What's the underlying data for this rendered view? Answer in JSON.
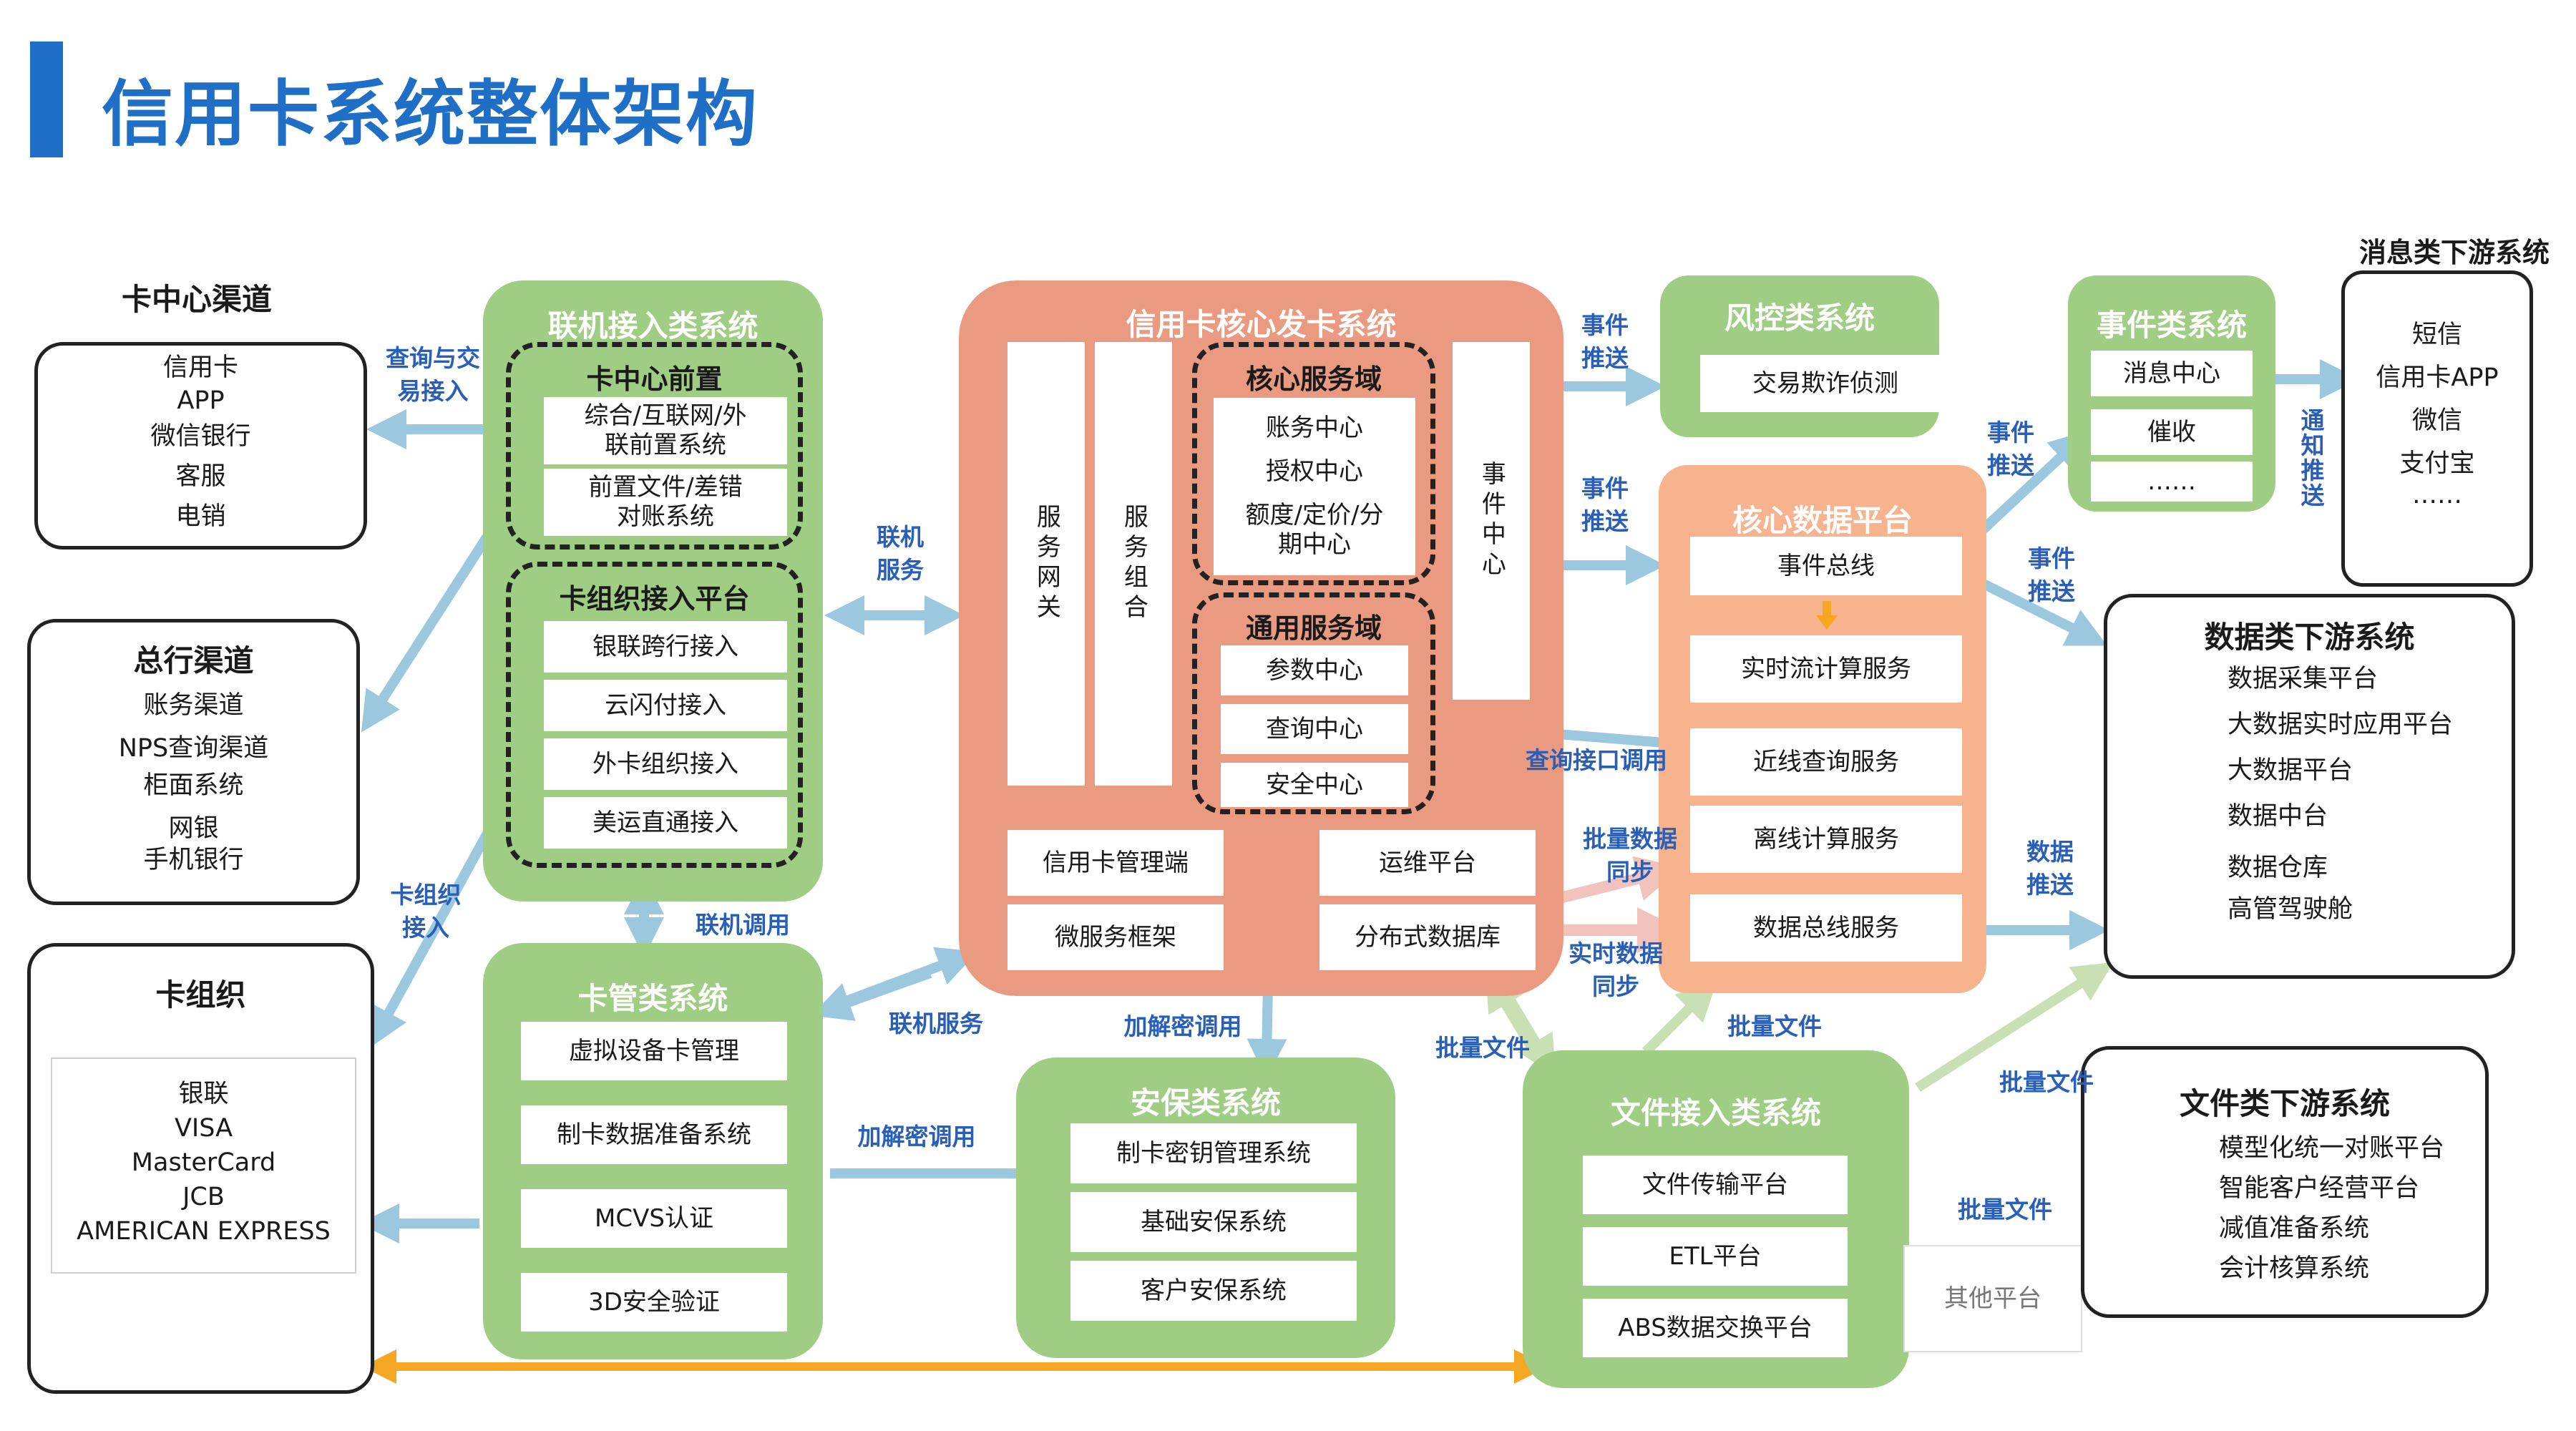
{
  "title": "信用卡系统整体架构",
  "card_center": {
    "heading": "卡中心渠道",
    "items": [
      "信用卡",
      "APP",
      "微信银行",
      "客服",
      "电销"
    ]
  },
  "head_office": {
    "heading": "总行渠道",
    "items": [
      "账务渠道",
      "NPS查询渠道",
      "柜面系统",
      "网银",
      "手机银行"
    ]
  },
  "card_org": {
    "heading": "卡组织",
    "items": [
      "银联",
      "VISA",
      "MasterCard",
      "JCB",
      "AMERICAN EXPRESS"
    ]
  },
  "online_access": {
    "title": "联机接入类系统",
    "front": {
      "title": "卡中心前置",
      "items": [
        "综合/互联网/外\n联前置系统",
        "前置文件/差错\n对账系统"
      ]
    },
    "org_platform": {
      "title": "卡组织接入平台",
      "items": [
        "银联跨行接入",
        "云闪付接入",
        "外卡组织接入",
        "美运直通接入"
      ]
    }
  },
  "card_mgmt": {
    "title": "卡管类系统",
    "items": [
      "虚拟设备卡管理",
      "制卡数据准备系统",
      "MCVS认证",
      "3D安全验证"
    ]
  },
  "core": {
    "title": "信用卡核心发卡系统",
    "gateway": "服务网关",
    "composition": "服务组合",
    "event_center": "事件中心",
    "core_domain": {
      "title": "核心服务域",
      "items": [
        "账务中心",
        "授权中心",
        "额度/定价/分\n期中心"
      ]
    },
    "common_domain": {
      "title": "通用服务域",
      "items": [
        "参数中心",
        "查询中心",
        "安全中心"
      ]
    },
    "bottom": [
      "信用卡管理端",
      "运维平台",
      "微服务框架",
      "分布式数据库"
    ]
  },
  "security": {
    "title": "安保类系统",
    "items": [
      "制卡密钥管理系统",
      "基础安保系统",
      "客户安保系统"
    ]
  },
  "risk": {
    "title": "风控类系统",
    "items": [
      "交易欺诈侦测"
    ]
  },
  "core_data": {
    "title": "核心数据平台",
    "items": [
      "事件总线",
      "实时流计算服务",
      "近线查询服务",
      "离线计算服务",
      "数据总线服务"
    ]
  },
  "event_sys": {
    "title": "事件类系统",
    "items": [
      "消息中心",
      "催收",
      "……"
    ]
  },
  "message_downstream": {
    "heading": "消息类下游系统",
    "items": [
      "短信",
      "信用卡APP",
      "微信",
      "支付宝",
      "……"
    ]
  },
  "data_downstream": {
    "heading": "数据类下游系统",
    "items": [
      "数据采集平台",
      "大数据实时应用平台",
      "大数据平台",
      "数据中台",
      "数据仓库",
      "高管驾驶舱"
    ]
  },
  "file_access": {
    "title": "文件接入类系统",
    "items": [
      "文件传输平台",
      "ETL平台",
      "ABS数据交换平台"
    ]
  },
  "file_downstream": {
    "heading": "文件类下游系统",
    "items": [
      "模型化统一对账平台",
      "智能客户经营平台",
      "减值准备系统",
      "会计核算系统"
    ]
  },
  "labels": {
    "query_access": "查询与交\n易接入",
    "org_access": "卡组织\n接入",
    "online_call": "联机调用",
    "online_service_1": "联机\n服务",
    "online_service_2": "联机服务",
    "encrypt_call_1": "加解密调用",
    "encrypt_call_2": "加解密调用",
    "event_push_1": "事件\n推送",
    "event_push_2": "事件\n推送",
    "event_push_3": "事件\n推送",
    "event_push_4": "事件\n推送",
    "notify_push": "通知推送",
    "query_api": "查询接口调用",
    "batch_sync": "批量数据\n同步",
    "realtime_sync": "实时数据\n同步",
    "data_push": "数据\n推送",
    "batch_file_1": "批量文件",
    "batch_file_2": "批量文件",
    "batch_file_3": "批量文件",
    "batch_file_4": "批量文件",
    "other_platform": "其他平台"
  },
  "colors": {
    "title_blue": "#1f6fc7",
    "green": "#9fcd84",
    "salmon": "#ea9a80",
    "peach": "#f6b38e",
    "arrow_blue": "#9cc8df",
    "arrow_orange": "#f5a623"
  }
}
